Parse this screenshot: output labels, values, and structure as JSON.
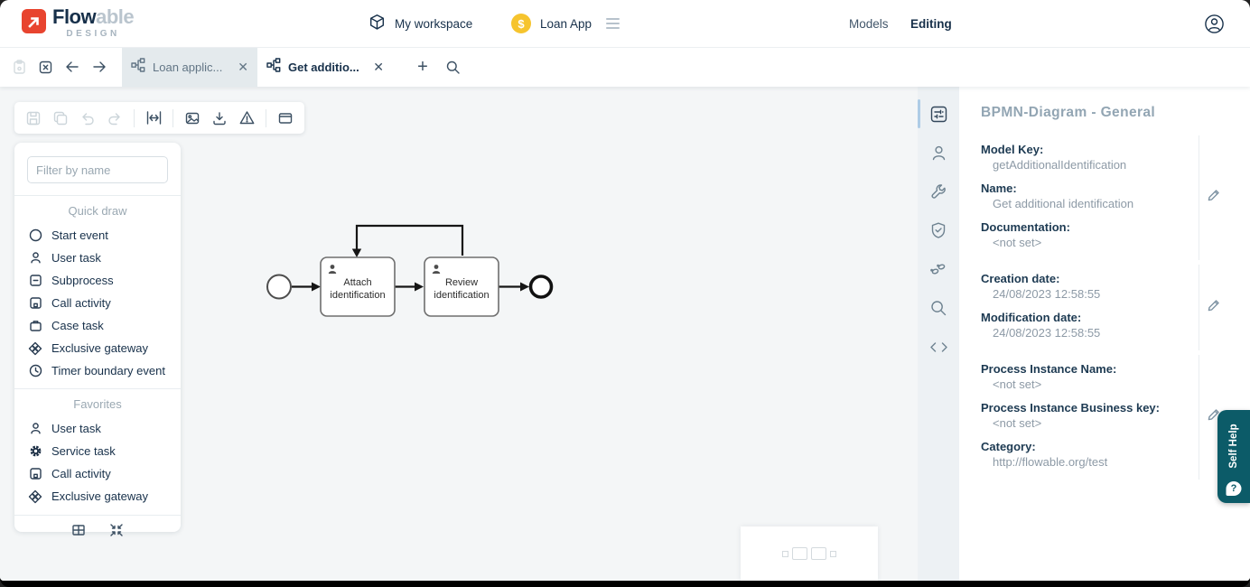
{
  "colors": {
    "accent_teal": "#0c5b68",
    "logo_red": "#e8442f",
    "badge_yellow": "#f6c42e",
    "navy_text": "#17304a",
    "muted_text": "#9aa8b2",
    "canvas_bg": "#f4f6f7"
  },
  "header": {
    "logo_text_bold": "Flow",
    "logo_text_light": "able",
    "logo_subtitle": "DESIGN",
    "workspace_label": "My workspace",
    "app_badge_glyph": "$",
    "app_label": "Loan App",
    "nav_models": "Models",
    "nav_editing": "Editing",
    "icons": [
      "flowable-logo-icon",
      "cube-icon",
      "dollar-badge-icon",
      "hamburger-icon",
      "avatar-icon"
    ]
  },
  "tabbar": {
    "icons": [
      "paste-icon",
      "close-all-icon",
      "back-arrow-icon",
      "forward-arrow-icon",
      "bpmn-model-icon",
      "add-tab-icon",
      "search-icon"
    ],
    "tab1_label": "Loan applic...",
    "tab2_label": "Get additio...",
    "close_glyph": "✕",
    "add_glyph": "+"
  },
  "toolbar": {
    "icons": [
      "save-icon",
      "copy-icon",
      "undo-icon",
      "redo-icon",
      "fit-width-icon",
      "export-image-icon",
      "download-icon",
      "validation-warning-icon",
      "panel-icon"
    ]
  },
  "palette": {
    "filter_placeholder": "Filter by name",
    "quick_draw_title": "Quick draw",
    "quick_draw_items": [
      "Start event",
      "User task",
      "Subprocess",
      "Call activity",
      "Case task",
      "Exclusive gateway",
      "Timer boundary event"
    ],
    "favorites_title": "Favorites",
    "favorites_items": [
      "User task",
      "Service task",
      "Call activity",
      "Exclusive gateway"
    ],
    "bottom_icons": [
      "grid-icon",
      "collapse-icon"
    ]
  },
  "diagram": {
    "task1_line1": "Attach",
    "task1_line2": "identification",
    "task2_line1": "Review",
    "task2_line2": "identification",
    "elements": [
      "start-event",
      "user-task-attach-identification",
      "user-task-review-identification",
      "end-event",
      "loop-sequence-flow"
    ]
  },
  "istrip": {
    "icons": [
      "general-properties-icon",
      "person-icon",
      "wrench-icon",
      "shield-check-icon",
      "footprints-icon",
      "search-icon",
      "code-icon"
    ]
  },
  "properties": {
    "title": "BPMN-Diagram - General",
    "groups": [
      {
        "fields": [
          {
            "label": "Model Key:",
            "value": "getAdditionalIdentification"
          },
          {
            "label": "Name:",
            "value": "Get additional identification"
          },
          {
            "label": "Documentation:",
            "value": "<not set>"
          }
        ]
      },
      {
        "fields": [
          {
            "label": "Creation date:",
            "value": "24/08/2023 12:58:55"
          },
          {
            "label": "Modification date:",
            "value": "24/08/2023 12:58:55"
          }
        ]
      },
      {
        "fields": [
          {
            "label": "Process Instance Name:",
            "value": "<not set>"
          },
          {
            "label": "Process Instance Business key:",
            "value": "<not set>"
          },
          {
            "label": "Category:",
            "value": "http://flowable.org/test"
          }
        ]
      }
    ]
  },
  "self_help": {
    "label": "Self Help",
    "icon_glyph": "?"
  }
}
